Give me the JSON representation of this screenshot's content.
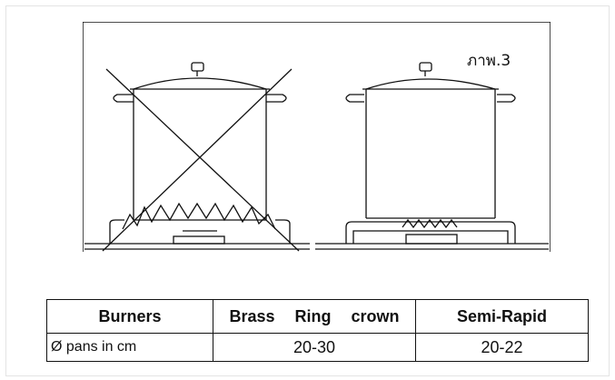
{
  "figure": {
    "label": "ภาพ.3",
    "pans": [
      {
        "state": "incorrect",
        "marking": "cross"
      },
      {
        "state": "correct",
        "marking": "none"
      }
    ]
  },
  "table": {
    "headers": [
      "Burners",
      "Brass  Ring  crown",
      "Semi-Rapid"
    ],
    "rows": [
      [
        "Ø pans in cm",
        "20-30",
        "20-22"
      ]
    ]
  },
  "colors": {
    "line": "#111111",
    "background": "#ffffff"
  }
}
